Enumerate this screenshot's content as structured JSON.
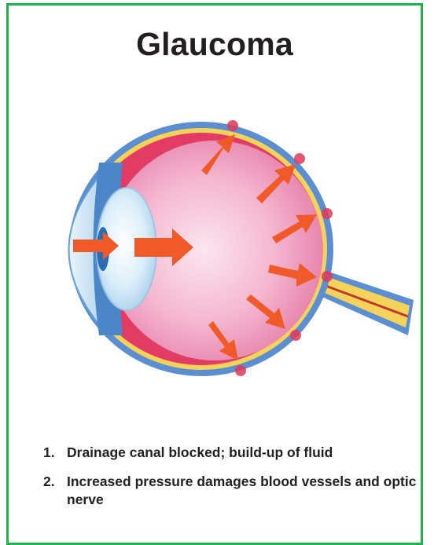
{
  "title": "Glaucoma",
  "notes": [
    {
      "number": "1.",
      "text": "Drainage canal blocked; build-up of fluid"
    },
    {
      "number": "2.",
      "text": "Increased pressure damages blood vessels and optic nerve"
    }
  ],
  "colors": {
    "border": "#1fb24a",
    "arrow": "#f05a28",
    "vitreous": "#f2a7c5",
    "sclera": "#5b8fd2",
    "optic_nerve": "#f5d35a"
  }
}
